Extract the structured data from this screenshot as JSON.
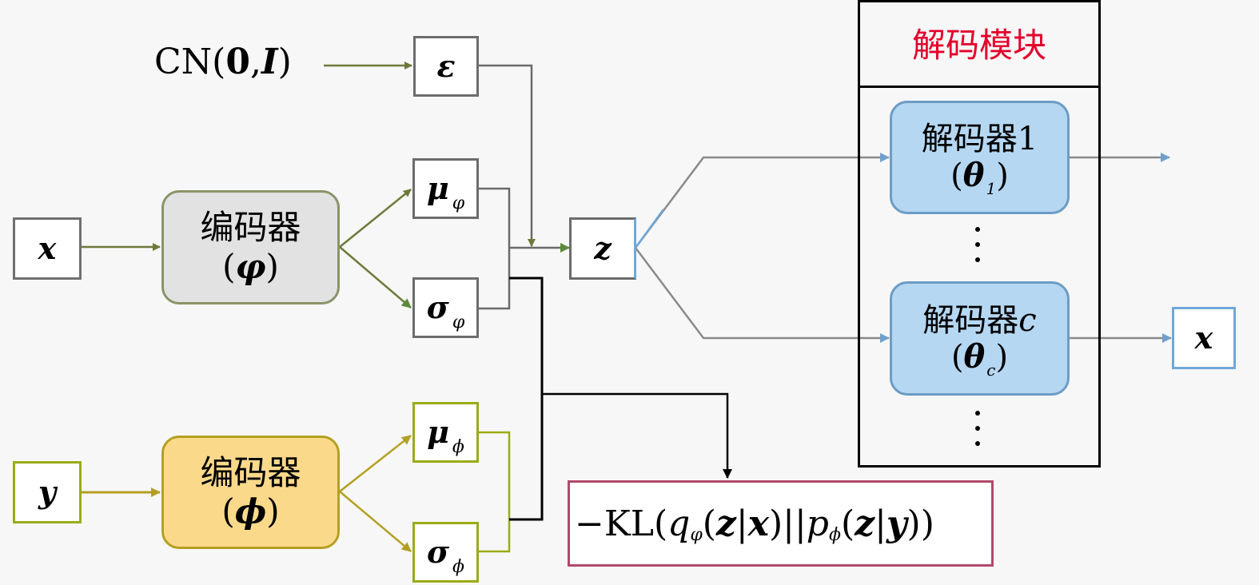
{
  "title": "Conditional VAE with multi-decoder module",
  "colors": {
    "x_path": "#6b7a3a",
    "y_path": "#b3a022",
    "z_out": "#6fa8d8",
    "kl_path": "#000000",
    "module_title": "#e3002b",
    "kl_border": "#b04a6a",
    "decoder_fill": "#b5d7f2",
    "encoder_x_fill": "#e2e2e2",
    "encoder_y_fill": "#fbd98a"
  },
  "noise_source": {
    "prefix": "CN(",
    "mean": "0",
    "sep": ",",
    "cov": "I",
    "suffix": ")"
  },
  "nodes": {
    "epsilon": {
      "symbol": "ε"
    },
    "x_input": {
      "symbol": "x"
    },
    "y_input": {
      "symbol": "y"
    },
    "mu_phi_x": {
      "symbol": "μ",
      "sub": "φ"
    },
    "sigma_phi_x": {
      "symbol": "σ",
      "sub": "φ"
    },
    "mu_phi_y": {
      "symbol": "μ",
      "sub": "ϕ"
    },
    "sigma_phi_y": {
      "symbol": "σ",
      "sub": "ϕ"
    },
    "z": {
      "symbol": "z"
    },
    "x_output": {
      "symbol": "x"
    }
  },
  "encoders": [
    {
      "label": "编码器",
      "param_open": "(",
      "param": "φ",
      "param_close": ")"
    },
    {
      "label": "编码器",
      "param_open": "(",
      "param": "ϕ",
      "param_close": ")"
    }
  ],
  "decoder_module": {
    "title": "解码模块",
    "decoders": [
      {
        "label": "解码器",
        "index": "1",
        "param_open": "(",
        "param": "θ",
        "param_sub": "1",
        "param_close": ")"
      },
      {
        "label": "解码器",
        "index": "c",
        "param_open": "(",
        "param": "θ",
        "param_sub": "c",
        "param_close": ")"
      }
    ]
  },
  "kl_term": {
    "minus": "−",
    "kl": "KL",
    "lp": "(",
    "q": "q",
    "q_sub": "φ",
    "q_args": [
      "(",
      "z",
      "|",
      "x",
      ")"
    ],
    "sep": "||",
    "p": "p",
    "p_sub": "ϕ",
    "p_args": [
      "(",
      "z",
      "|",
      "y",
      ")"
    ],
    "rp": ")"
  }
}
